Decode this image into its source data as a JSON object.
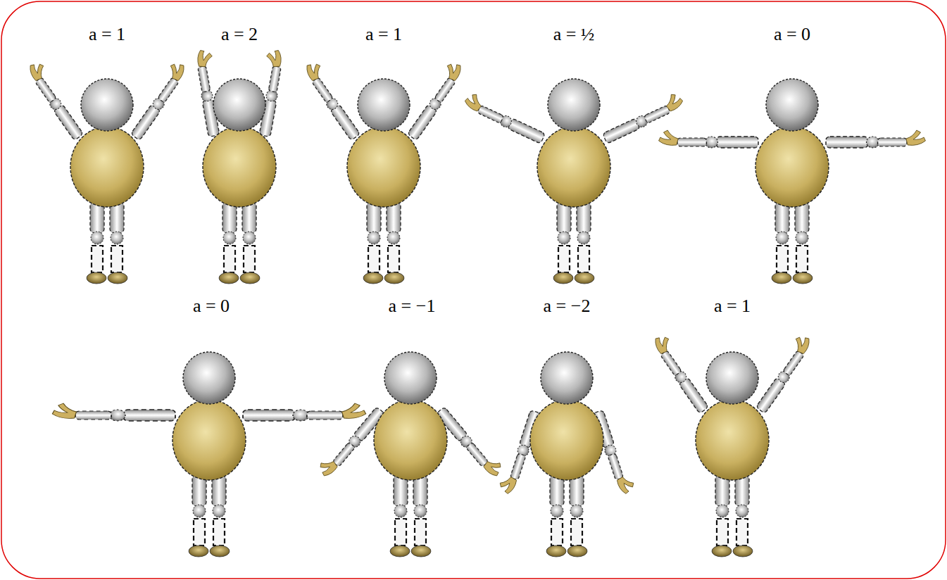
{
  "diagram": {
    "labels": [
      "a = 1",
      "a = 2",
      "a = 1",
      "a = ½",
      "a = 0",
      "a = 0",
      "a = −1",
      "a = −2",
      "a = 1"
    ]
  }
}
